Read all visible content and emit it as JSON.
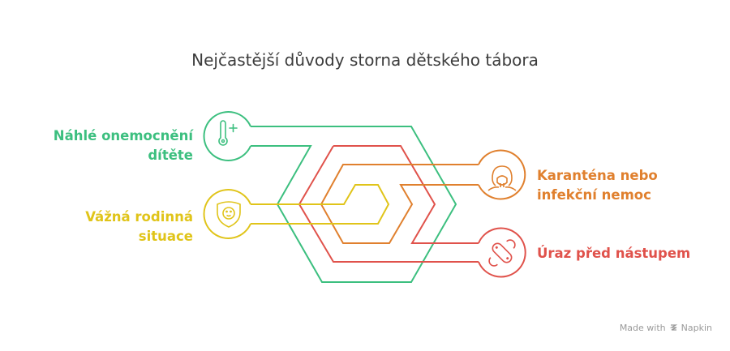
{
  "title": "Nejčastější důvody storna dětského tábora",
  "colors": {
    "green": "#3cbf7f",
    "yellow": "#e0c419",
    "orange": "#e0802e",
    "red": "#e0524b",
    "title": "#3d3d3d"
  },
  "items": [
    {
      "line1": "Náhlé onemocnění",
      "line2": "dítěte",
      "icon": "thermometer-plus-icon"
    },
    {
      "line1": "Vážná rodinná",
      "line2": "situace",
      "icon": "shield-child-icon"
    },
    {
      "line1": "Karanténa nebo",
      "line2": "infekční nemoc",
      "icon": "face-mask-icon"
    },
    {
      "line1": "Úraz před nástupem",
      "icon": "bandage-icon"
    }
  ],
  "branding": {
    "made_with": "Made with",
    "name": "Napkin"
  }
}
